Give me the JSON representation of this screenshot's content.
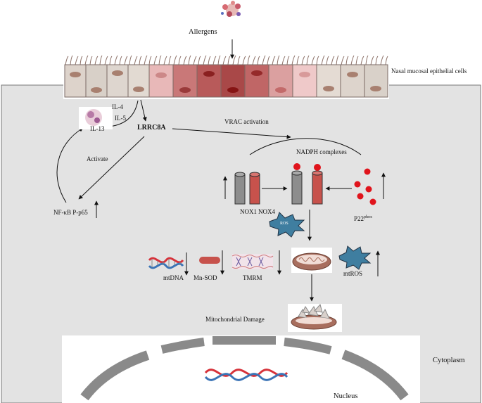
{
  "labels": {
    "allergens": "Allergens",
    "nasal_cells": "Nasal mucosal epithelial cells",
    "il4": "IL-4",
    "il5": "IL-5",
    "il13": "IL-13",
    "lrrc8a": "LRRC8A",
    "vrac": "VRAC  activation",
    "activate": "Activate",
    "nadph": "NADPH complexes",
    "nfkb": "NF-κB P-p65",
    "nox1": "NOX1",
    "nox4": "NOX4",
    "p22_main": "P22",
    "p22_sup": "phox",
    "ros": "ROS",
    "mtdna": "mtDNA",
    "mnsod": "Mn-SOD",
    "tmrm": "TMRM",
    "mtros": "mtROS",
    "mito_damage": "Mitochondrial Damage",
    "cytoplasm": "Cytoplasm",
    "nucleus": "Nucleus"
  },
  "colors": {
    "cell_bg": "#e3e3e3",
    "nox1": "#8d8d8d",
    "nox4": "#c7524c",
    "p22_dot": "#e0141c",
    "ros_burst": "#3f7ea0",
    "dna_red": "#d6323a",
    "dna_blue": "#3b74b6",
    "mito": "#a86e5e"
  }
}
